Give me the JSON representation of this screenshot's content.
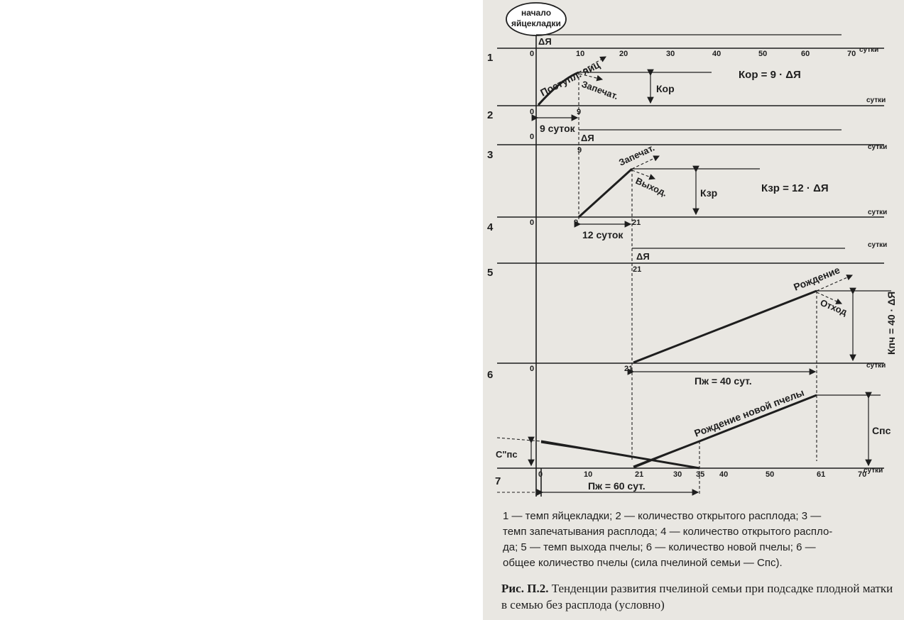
{
  "figure": {
    "start_bubble": [
      "начало",
      "яйцекладки"
    ],
    "rows": [
      {
        "number": "1",
        "unit": "сутки",
        "ticks": [
          "0",
          "10",
          "20",
          "30",
          "40",
          "50",
          "60",
          "70"
        ],
        "delta": "ΔЯ"
      },
      {
        "number": "2",
        "unit": "сутки",
        "ticks": [
          "0",
          "9"
        ],
        "curve_label": "Поступл. яиц",
        "arrow_label": "Запечат.",
        "level_label": "Кор",
        "formula": "Кор = 9 · ΔЯ",
        "span_label": "9 суток"
      },
      {
        "number": "3",
        "unit": "сутки",
        "ticks": [
          "0",
          "9"
        ],
        "delta": "ΔЯ"
      },
      {
        "number": "4",
        "unit": "сутки",
        "ticks": [
          "0",
          "9",
          "21"
        ],
        "curve_label": "Запечат.",
        "arrow_label": "Выход.",
        "level_label": "Кзр",
        "formula": "Кзр = 12 · ΔЯ",
        "span_label": "12 суток"
      },
      {
        "number": "5",
        "unit": "сутки",
        "ticks": [
          "21"
        ],
        "delta": "ΔЯ"
      },
      {
        "number": "6",
        "unit": "сутки",
        "ticks": [
          "0",
          "21"
        ],
        "curve_label": "Рождение",
        "arrow_label": "Отход",
        "level_label": "Кпч = 40 · ΔЯ",
        "span_label": "Пж = 40 сут."
      },
      {
        "number": "7",
        "unit": "сутки",
        "ticks": [
          "0",
          "10",
          "21",
          "30",
          "35",
          "40",
          "50",
          "61",
          "70"
        ],
        "curve_label": "Рождение новой пчелы",
        "level_label": "Спс",
        "left_label": "С\"пс",
        "span_label": "Пж = 60 сут."
      }
    ]
  },
  "caption": {
    "lines": [
      "1 — темп яйцекладки; 2 — количество открытого расплода; 3 —",
      "темп запечатывания расплода; 4 — количество открытого распло-",
      "да; 5 — темп выхода пчелы; 6 — количество новой пчелы; 6 —",
      "общее количество пчелы (сила пчелиной семьи — Спс)."
    ]
  },
  "figure_title": {
    "label": "Рис. П.2.",
    "text": "Тенденции развития пчелиной семьи при подсадке плодной матки в семью без расплода (условно)"
  }
}
